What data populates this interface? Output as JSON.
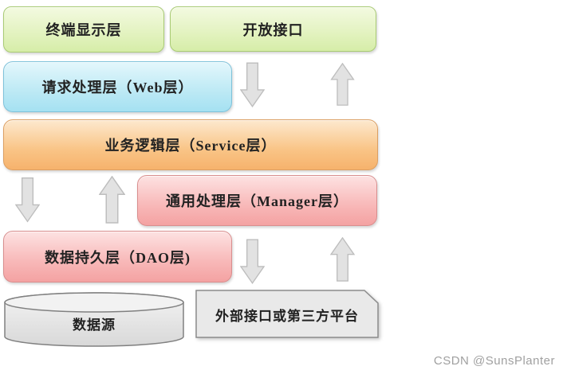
{
  "diagram": {
    "title": "layered-architecture",
    "boxes": [
      {
        "id": "terminal-display",
        "label": "终端显示层",
        "type": "green"
      },
      {
        "id": "open-api",
        "label": "开放接口",
        "type": "green"
      },
      {
        "id": "web-layer",
        "label": "请求处理层（Web层）",
        "type": "blue"
      },
      {
        "id": "service-layer",
        "label": "业务逻辑层（Service层）",
        "type": "orange"
      },
      {
        "id": "manager-layer",
        "label": "通用处理层（Manager层）",
        "type": "pink"
      },
      {
        "id": "dao-layer",
        "label": "数据持久层（DAO层)",
        "type": "pink"
      },
      {
        "id": "data-source",
        "label": "数据源",
        "type": "cylinder"
      },
      {
        "id": "external-platform",
        "label": "外部接口或第三方平台",
        "type": "gray-note"
      }
    ],
    "arrows": [
      {
        "id": "web-to-service",
        "direction": "down"
      },
      {
        "id": "service-to-openapi",
        "direction": "up"
      },
      {
        "id": "service-to-dao",
        "direction": "down"
      },
      {
        "id": "dao-to-service",
        "direction": "up"
      },
      {
        "id": "manager-to-external",
        "direction": "down"
      },
      {
        "id": "external-to-manager",
        "direction": "up"
      }
    ],
    "colors": {
      "green_box_top": "#f3fae1",
      "green_box_bottom": "#d6eda8",
      "green_border": "#a9cb74",
      "blue_box_top": "#e4f7fc",
      "blue_box_bottom": "#a5e1f2",
      "blue_border": "#7ec2da",
      "orange_box_top": "#fde9ce",
      "orange_box_bottom": "#f6b26c",
      "orange_border": "#dc9f62",
      "pink_box_top": "#fde2e2",
      "pink_box_bottom": "#f4a2a2",
      "pink_border": "#d98e8e",
      "gray_fill": "#e9e9e9",
      "gray_border": "#8c8c8c",
      "arrow_fill": "#e2e2e2",
      "arrow_border": "#bdbdbd",
      "text": "#222222",
      "background": "#ffffff",
      "watermark": "#a0a0a0"
    }
  },
  "watermark": {
    "text": "CSDN @SunsPlanter"
  }
}
